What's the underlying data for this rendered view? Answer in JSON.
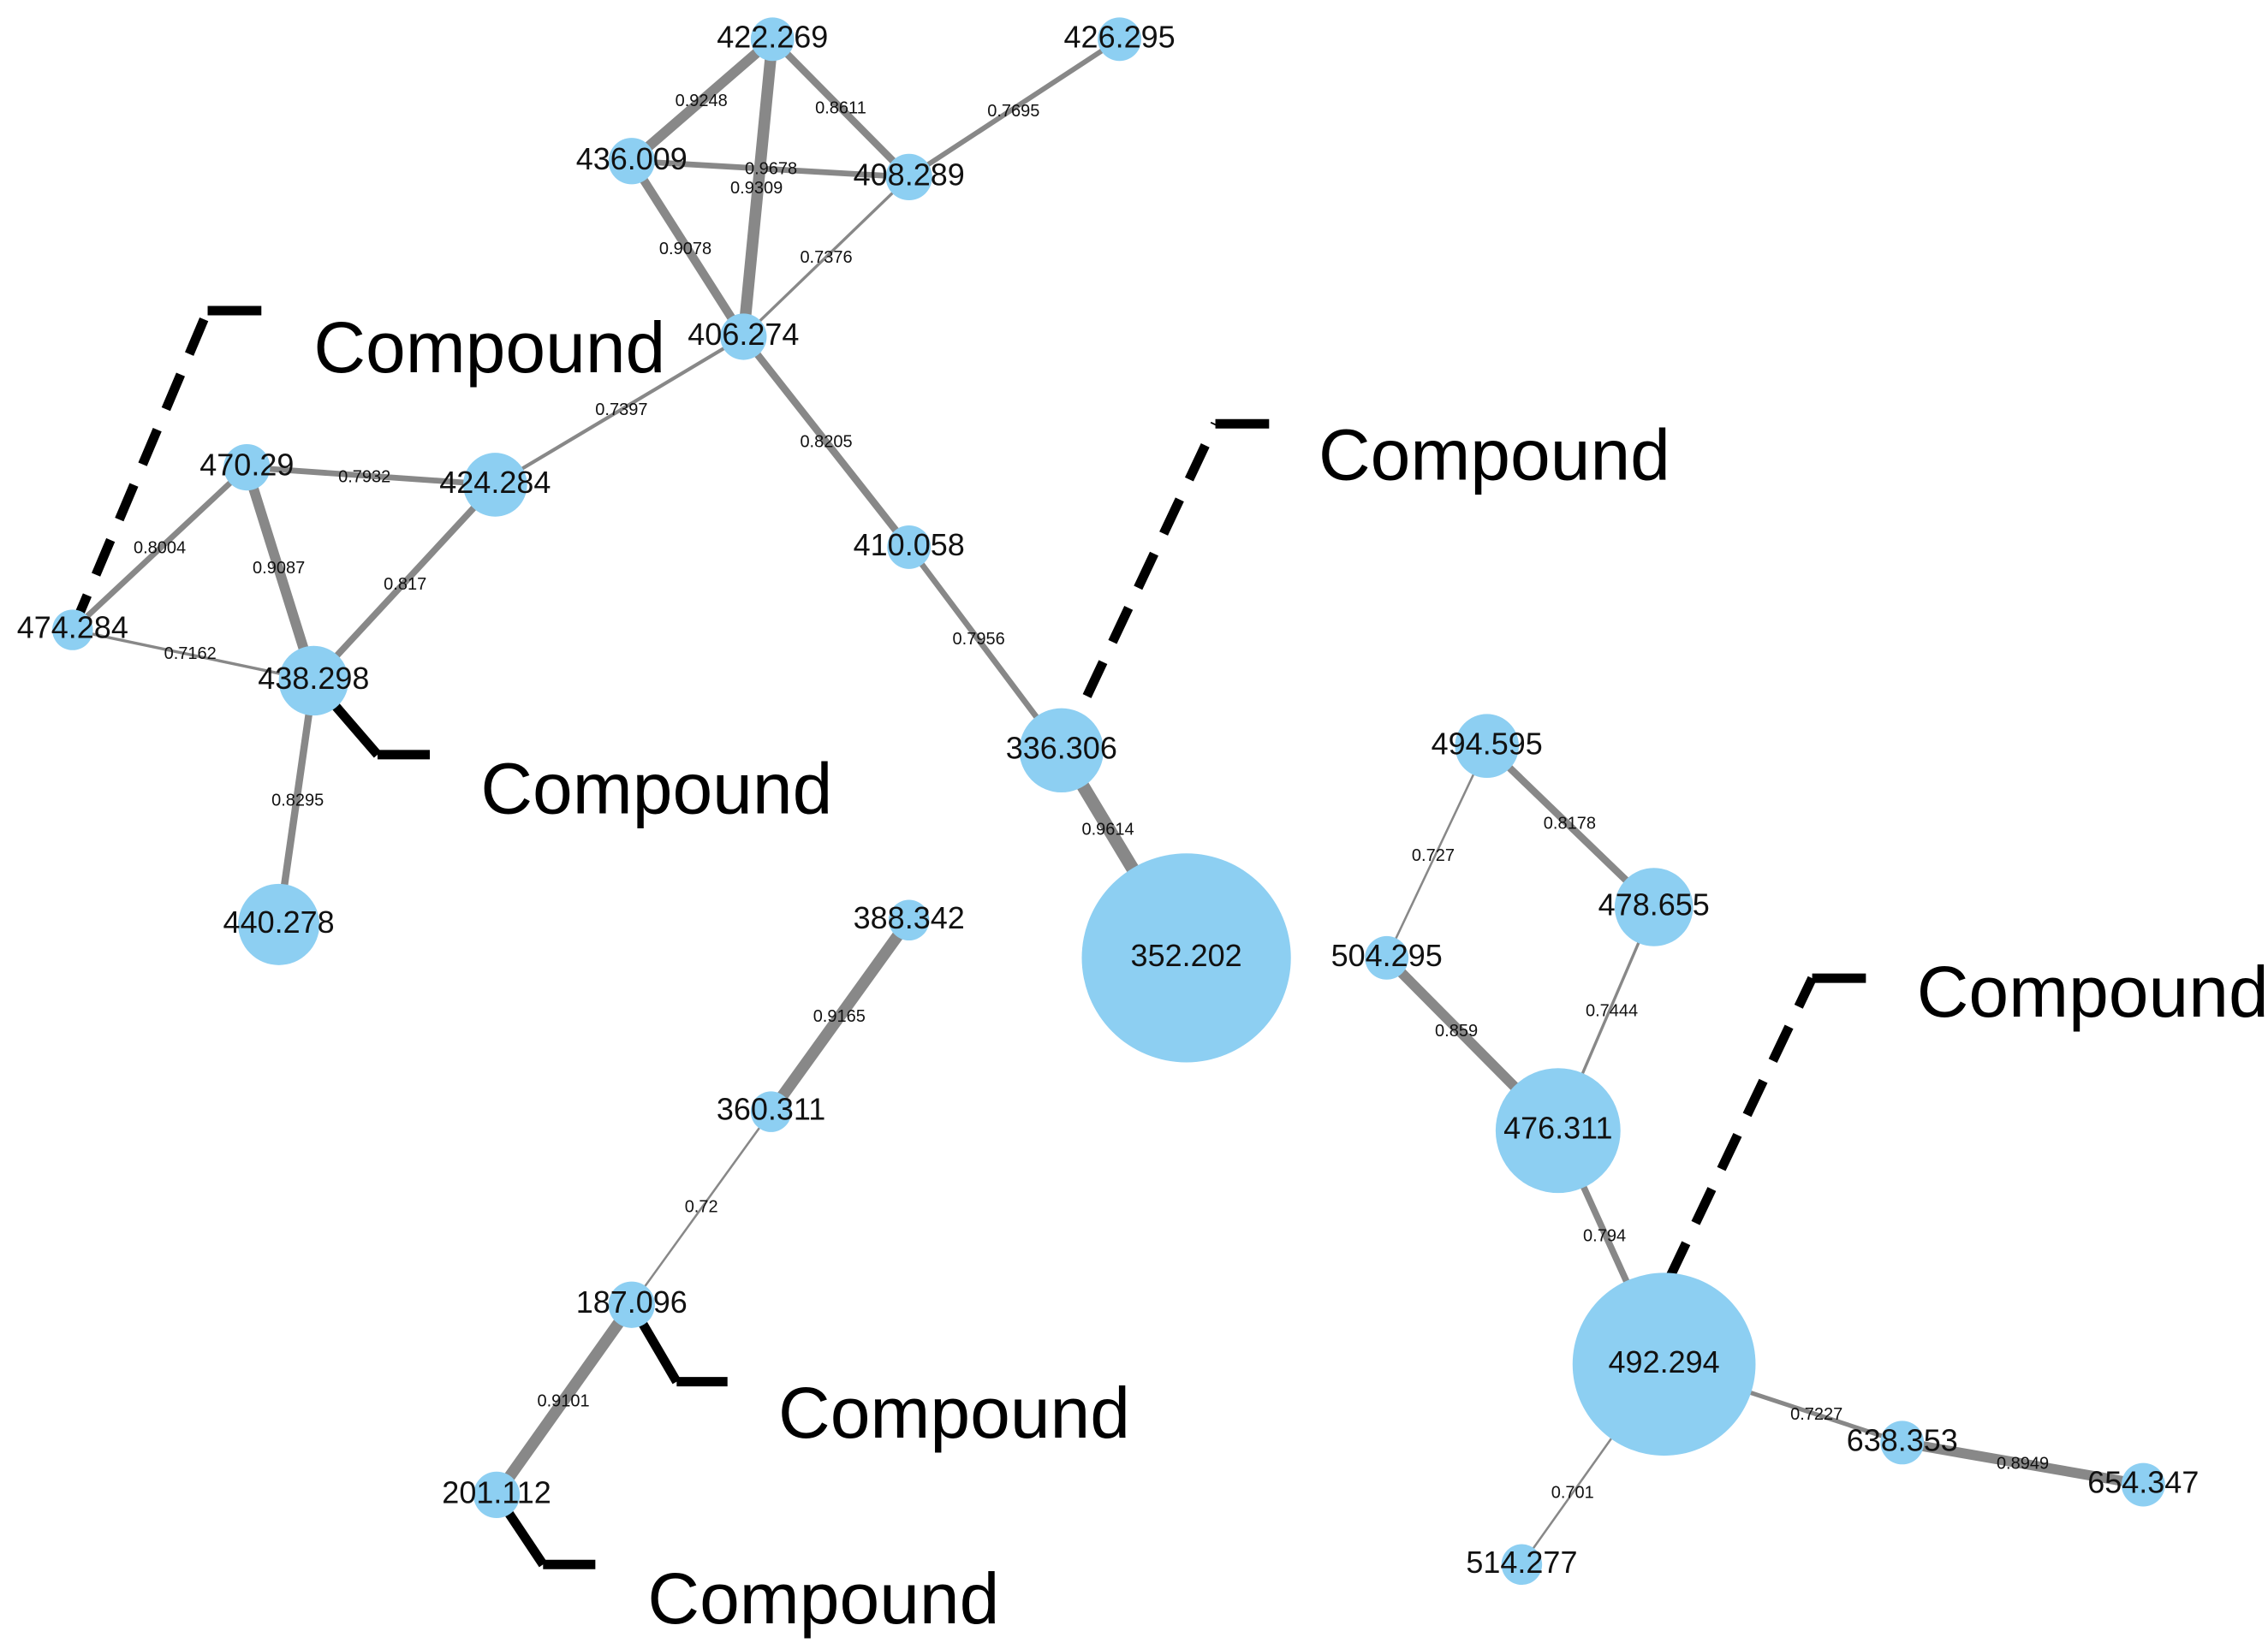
{
  "nodes": [
    {
      "id": "n422",
      "label": "422.269"
    },
    {
      "id": "n426",
      "label": "426.295"
    },
    {
      "id": "n436",
      "label": "436.009"
    },
    {
      "id": "n408",
      "label": "408.289"
    },
    {
      "id": "n406",
      "label": "406.274"
    },
    {
      "id": "n470",
      "label": "470.29"
    },
    {
      "id": "n424",
      "label": "424.284"
    },
    {
      "id": "n474",
      "label": "474.284"
    },
    {
      "id": "n438",
      "label": "438.298"
    },
    {
      "id": "n440",
      "label": "440.278"
    },
    {
      "id": "n410",
      "label": "410.058"
    },
    {
      "id": "n336",
      "label": "336.306"
    },
    {
      "id": "n352",
      "label": "352.202"
    },
    {
      "id": "n388",
      "label": "388.342"
    },
    {
      "id": "n360",
      "label": "360.311"
    },
    {
      "id": "n187",
      "label": "187.096"
    },
    {
      "id": "n201",
      "label": "201.112"
    },
    {
      "id": "n494",
      "label": "494.595"
    },
    {
      "id": "n504",
      "label": "504.295"
    },
    {
      "id": "n478",
      "label": "478.655"
    },
    {
      "id": "n476",
      "label": "476.311"
    },
    {
      "id": "n492",
      "label": "492.294"
    },
    {
      "id": "n638",
      "label": "638.353"
    },
    {
      "id": "n654",
      "label": "654.347"
    },
    {
      "id": "n514",
      "label": "514.277"
    }
  ],
  "edges": [
    {
      "source": "n436",
      "target": "n422",
      "label": "0.9248"
    },
    {
      "source": "n422",
      "target": "n408",
      "label": "0.8611"
    },
    {
      "source": "n426",
      "target": "n408",
      "label": "0.7695"
    },
    {
      "source": "n436",
      "target": "n408",
      "label": "0.9678"
    },
    {
      "source": "n422",
      "target": "n406",
      "label": "0.9309"
    },
    {
      "source": "n436",
      "target": "n406",
      "label": "0.9078"
    },
    {
      "source": "n408",
      "target": "n406",
      "label": "0.7376"
    },
    {
      "source": "n406",
      "target": "n424",
      "label": "0.7397"
    },
    {
      "source": "n406",
      "target": "n410",
      "label": "0.8205"
    },
    {
      "source": "n470",
      "target": "n424",
      "label": "0.7932"
    },
    {
      "source": "n470",
      "target": "n474",
      "label": "0.8004"
    },
    {
      "source": "n470",
      "target": "n438",
      "label": "0.9087"
    },
    {
      "source": "n424",
      "target": "n438",
      "label": "0.817"
    },
    {
      "source": "n474",
      "target": "n438",
      "label": "0.7162"
    },
    {
      "source": "n438",
      "target": "n440",
      "label": "0.8295"
    },
    {
      "source": "n410",
      "target": "n336",
      "label": "0.7956"
    },
    {
      "source": "n336",
      "target": "n352",
      "label": "0.9614"
    },
    {
      "source": "n388",
      "target": "n360",
      "label": "0.9165"
    },
    {
      "source": "n360",
      "target": "n187",
      "label": "0.72"
    },
    {
      "source": "n187",
      "target": "n201",
      "label": "0.9101"
    },
    {
      "source": "n494",
      "target": "n504",
      "label": "0.727"
    },
    {
      "source": "n494",
      "target": "n478",
      "label": "0.8178"
    },
    {
      "source": "n478",
      "target": "n476",
      "label": "0.7444"
    },
    {
      "source": "n504",
      "target": "n476",
      "label": "0.859"
    },
    {
      "source": "n476",
      "target": "n492",
      "label": "0.794"
    },
    {
      "source": "n492",
      "target": "n638",
      "label": "0.7227"
    },
    {
      "source": "n638",
      "target": "n654",
      "label": "0.8949"
    },
    {
      "source": "n492",
      "target": "n514",
      "label": "0.701"
    }
  ],
  "callouts": [
    {
      "id": "c474",
      "target": "n474",
      "label": "Compound"
    },
    {
      "id": "c438",
      "target": "n438",
      "label": "Compound"
    },
    {
      "id": "c336",
      "target": "n336",
      "label": "Compound"
    },
    {
      "id": "c187",
      "target": "n187",
      "label": "Compound"
    },
    {
      "id": "c201",
      "target": "n201",
      "label": "Compound"
    },
    {
      "id": "c492",
      "target": "n492",
      "label": "Compound"
    }
  ],
  "colors": {
    "node": "#8dcff2",
    "edge": "#888888",
    "callout": "#000000"
  }
}
